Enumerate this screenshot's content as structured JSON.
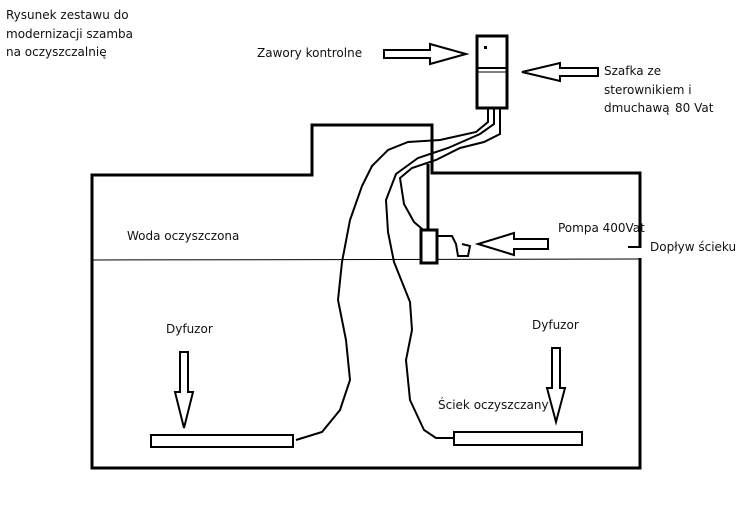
{
  "title_lines": [
    "Rysunek zestawu do",
    "modernizacji szamba",
    "na oczyszczalnię"
  ],
  "labels": {
    "valves": "Zawory kontrolne",
    "cabinet_lines": [
      "Szafka ze",
      "sterownikiem i",
      "dmuchawą"
    ],
    "cabinet_power": "80 Vat",
    "pump": "Pompa 400Vat",
    "inflow": "Dopływ ścieku",
    "clean_water": "Woda oczyszczona",
    "diffuser_left": "Dyfuzor",
    "diffuser_right": "Dyfuzor",
    "treated": "Ściek oczyszczany"
  },
  "colors": {
    "stroke": "#000000",
    "fill": "#ffffff",
    "text": "#111111"
  }
}
